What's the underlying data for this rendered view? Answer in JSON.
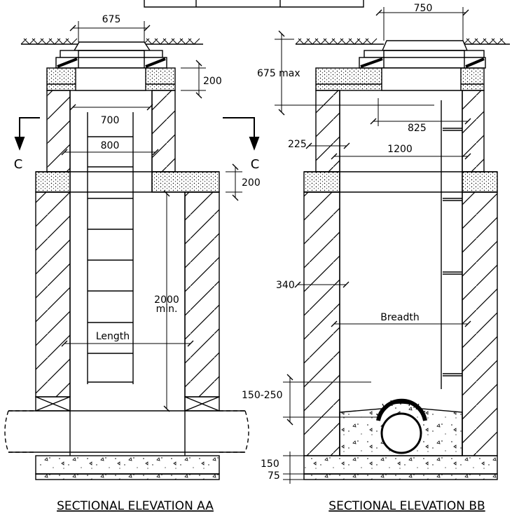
{
  "elevation_aa": {
    "title": "SECTIONAL ELEVATION AA",
    "dims": {
      "cover_opening": "675",
      "cover_slab": "200",
      "shaft_inner": "700",
      "shaft_outer": "800",
      "roof_slab": "200",
      "headroom_1": "2000",
      "headroom_2": "min.",
      "length": "Length"
    },
    "section_marker": "C"
  },
  "elevation_bb": {
    "title": "SECTIONAL ELEVATION BB",
    "dims": {
      "cover_opening": "750",
      "depth_max": "675 max",
      "ladder_offset": "825",
      "shaft_wall": "225",
      "shaft_inner": "1200",
      "wall_thickness": "340",
      "breadth": "Breadth",
      "benching": "150-250",
      "base_slab": "150",
      "blinding": "75"
    }
  },
  "colors": {
    "line": "#000000",
    "fill": "#ffffff",
    "fill_concrete": "#ffffff"
  }
}
